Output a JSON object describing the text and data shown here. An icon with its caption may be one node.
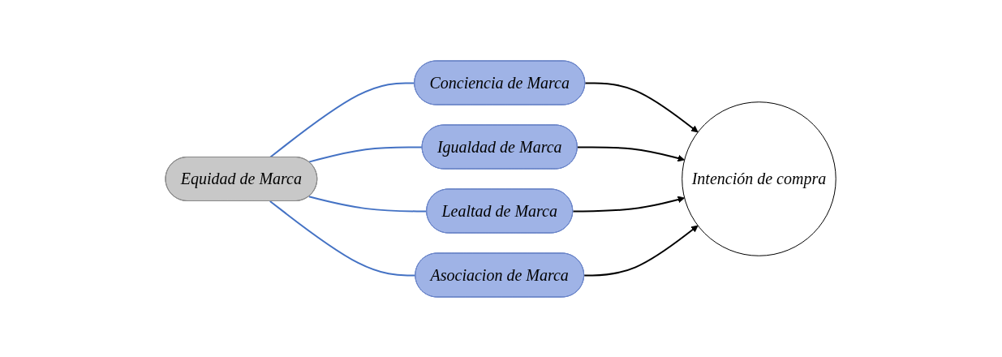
{
  "diagram": {
    "nodes": [
      {
        "text": [
          "Equidad de Marca"
        ]
      },
      {
        "text": [
          "Conciencia de Marca"
        ]
      },
      {
        "text": [
          "Igualdad de Marca"
        ]
      },
      {
        "text": [
          "Lealtad de Marca"
        ]
      },
      {
        "text": [
          "Asociacion de Marca"
        ]
      },
      {
        "text": [
          "Intención de compra"
        ]
      }
    ],
    "edges": [
      {
        "from": 0,
        "to": 1,
        "arrow": "none",
        "color": "#4472c4"
      },
      {
        "from": 0,
        "to": 2,
        "arrow": "none",
        "color": "#4472c4"
      },
      {
        "from": 0,
        "to": 3,
        "arrow": "none",
        "color": "#4472c4"
      },
      {
        "from": 0,
        "to": 4,
        "arrow": "none",
        "color": "#4472c4"
      },
      {
        "from": 1,
        "to": 5,
        "arrow": "to",
        "color": "#000000"
      },
      {
        "from": 2,
        "to": 5,
        "arrow": "to",
        "color": "#000000"
      },
      {
        "from": 3,
        "to": 5,
        "arrow": "to",
        "color": "#000000"
      },
      {
        "from": 4,
        "to": 5,
        "arrow": "to",
        "color": "#000000"
      }
    ]
  }
}
